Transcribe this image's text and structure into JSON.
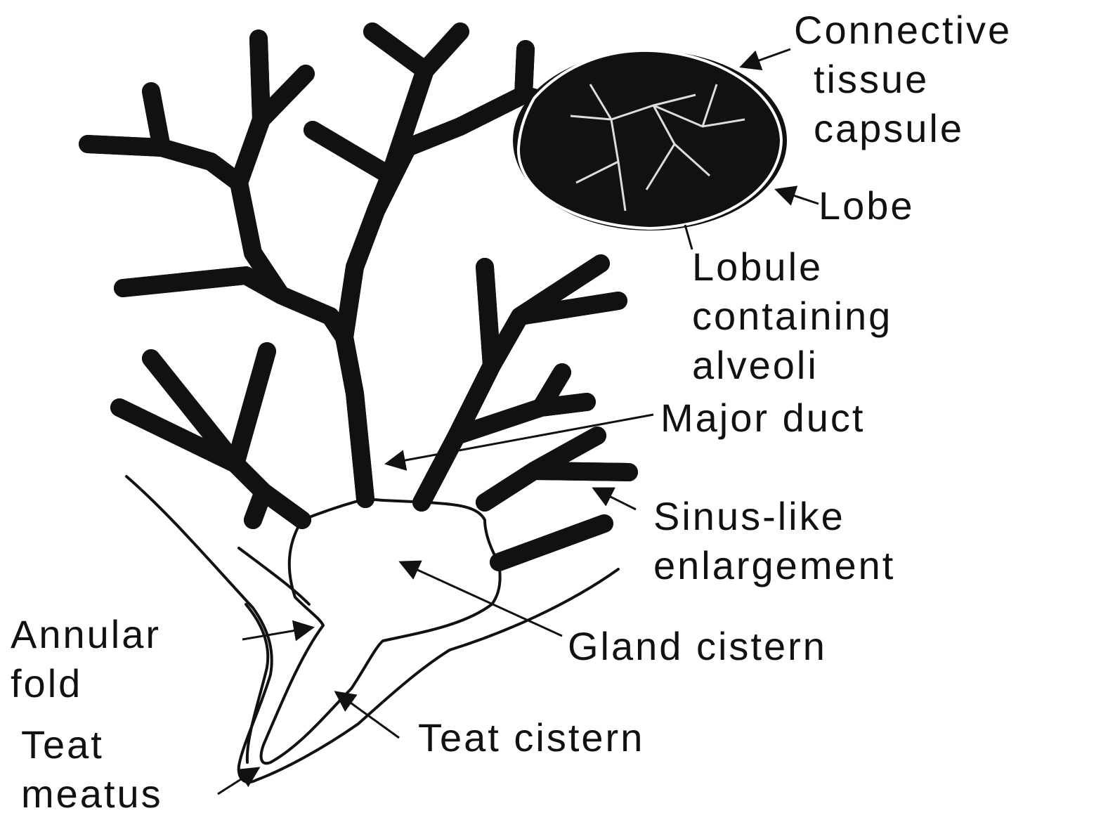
{
  "labels": {
    "connective_tissue_capsule": [
      "Connective",
      "tissue",
      "capsule"
    ],
    "lobe": "Lobe",
    "lobule_containing_alveoli": [
      "Lobule",
      "containing",
      "alveoli"
    ],
    "major_duct": "Major duct",
    "sinus_like_enlargement": [
      "Sinus-like",
      "enlargement"
    ],
    "gland_cistern": "Gland cistern",
    "annular_fold": [
      "Annular",
      "fold"
    ],
    "teat_cistern": "Teat cistern",
    "teat_meatus": [
      "Teat",
      "meatus"
    ]
  },
  "colors": {
    "ink": "#111111",
    "background": "#ffffff"
  }
}
